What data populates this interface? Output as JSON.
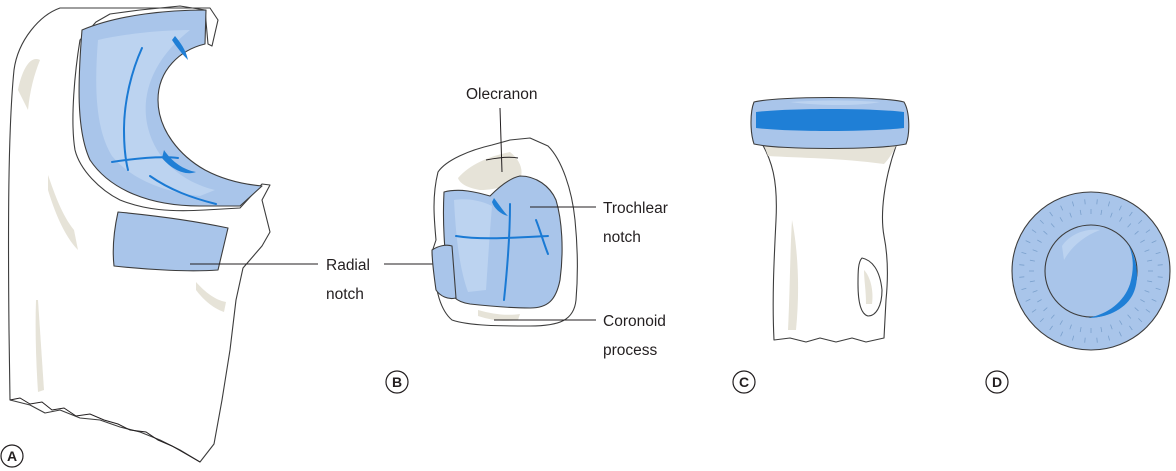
{
  "labels": {
    "olecranon": "Olecranon",
    "trochlear_notch_line1": "Trochlear",
    "trochlear_notch_line2": "notch",
    "radial_notch_line1": "Radial",
    "radial_notch_line2": "notch",
    "coronoid_line1": "Coronoid",
    "coronoid_line2": "process"
  },
  "panels": {
    "a": "A",
    "b": "B",
    "c": "C",
    "d": "D"
  },
  "colors": {
    "cartilage": "#a9c5ea",
    "cartilage_highlight": "#1f7fd6",
    "bone": "#ffffff",
    "bone_shading": "#e6e3d8",
    "outline": "#3d3d3d"
  }
}
